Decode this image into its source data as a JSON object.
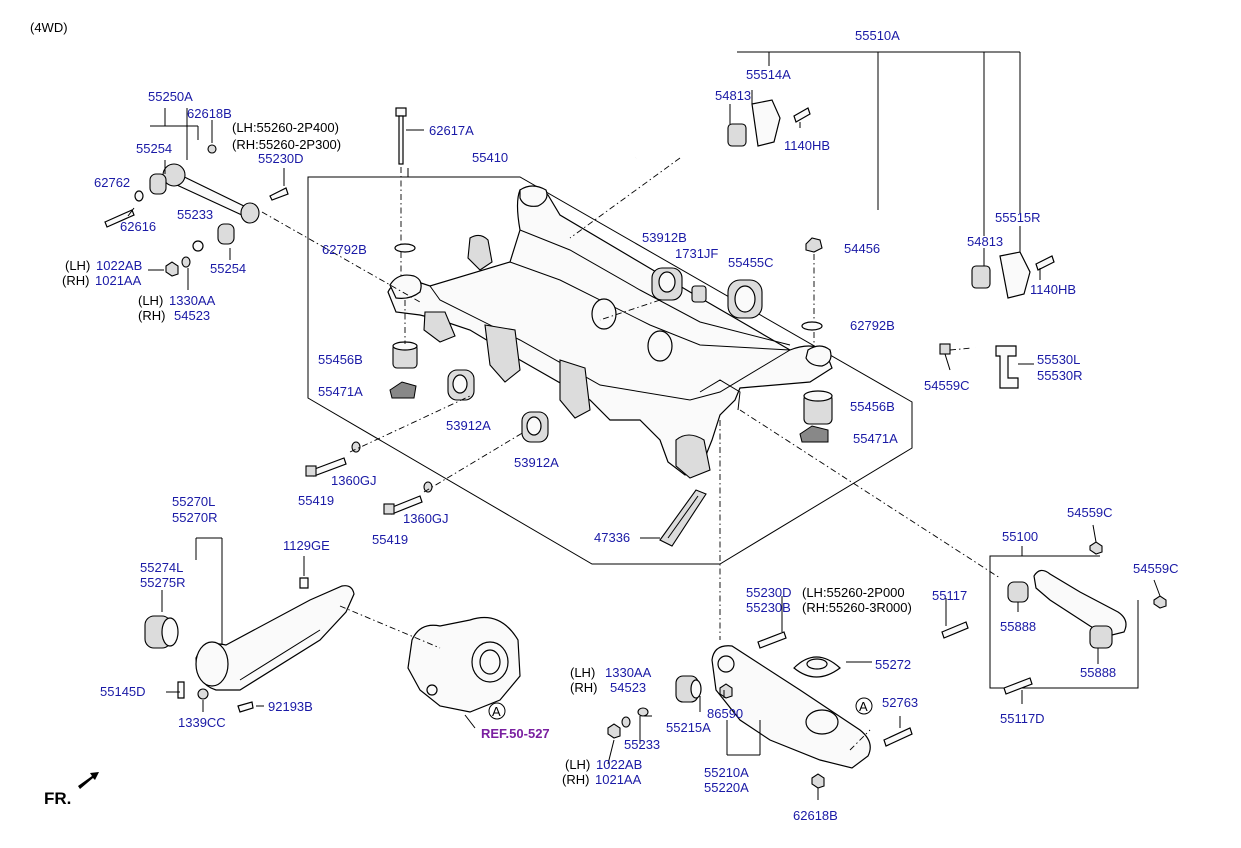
{
  "header": {
    "variant": "(4WD)"
  },
  "footer": {
    "front_marker": "FR."
  },
  "reference": {
    "label": "REF.50-527",
    "callout": "A"
  },
  "colors": {
    "part_number": "#1a1aa6",
    "text": "#000000",
    "reference": "#7a1fa0"
  },
  "labels": {
    "l55250A": "55250A",
    "l62618B_top": "62618B",
    "lhNote1": "(LH:55260-2P400)",
    "rhNote1": "(RH:55260-2P300)",
    "l55254a": "55254",
    "l55230D_top": "55230D",
    "l62762": "62762",
    "l62616": "62616",
    "l55233_top": "55233",
    "l55254b": "55254",
    "lh1": "(LH)",
    "l1022AB_top": "1022AB",
    "rh1": "(RH)",
    "l1021AA_top": "1021AA",
    "lh2": "(LH)",
    "l1330AA_top": "1330AA",
    "rh2": "(RH)",
    "l54523_top": "54523",
    "l62617A": "62617A",
    "l55410": "55410",
    "l62792B_a": "62792B",
    "l53912B": "53912B",
    "l1731JF": "1731JF",
    "l55455C": "55455C",
    "l54456": "54456",
    "l62792B_b": "62792B",
    "l55456B_a": "55456B",
    "l55471A_a": "55471A",
    "l53912A_a": "53912A",
    "l53912A_b": "53912A",
    "l55456B_b": "55456B",
    "l55471A_b": "55471A",
    "l1360GJ_a": "1360GJ",
    "l55419_a": "55419",
    "l1360GJ_b": "1360GJ",
    "l55419_b": "55419",
    "l47336": "47336",
    "l55510A": "55510A",
    "l55514A": "55514A",
    "l54813_a": "54813",
    "l1140HB_a": "1140HB",
    "l55515R": "55515R",
    "l54813_b": "54813",
    "l1140HB_b": "1140HB",
    "l54559C_a": "54559C",
    "l55530L": "55530L",
    "l55530R": "55530R",
    "l55270L": "55270L",
    "l55270R": "55270R",
    "l1129GE": "1129GE",
    "l55274L": "55274L",
    "l55275R": "55275R",
    "l55145D": "55145D",
    "l1339CC": "1339CC",
    "l92193B": "92193B",
    "l55230D_b": "55230D",
    "lhNote2": "(LH:55260-2P000",
    "l55230B": "55230B",
    "rhNote2": "(RH:55260-3R000)",
    "l55272": "55272",
    "lh3": "(LH)",
    "l1330AA_b": "1330AA",
    "rh3": "(RH)",
    "l54523_b": "54523",
    "l86590": "86590",
    "l55215A": "55215A",
    "l55233_b": "55233",
    "l52763": "52763",
    "lh4": "(LH)",
    "l1022AB_b": "1022AB",
    "rh4": "(RH)",
    "l1021AA_b": "1021AA",
    "l55210A": "55210A",
    "l55220A": "55220A",
    "l62618B_b": "62618B",
    "l54559C_b": "54559C",
    "l55100": "55100",
    "l54559C_c": "54559C",
    "l55117": "55117",
    "l55888_a": "55888",
    "l55888_b": "55888",
    "l55117D": "55117D"
  }
}
